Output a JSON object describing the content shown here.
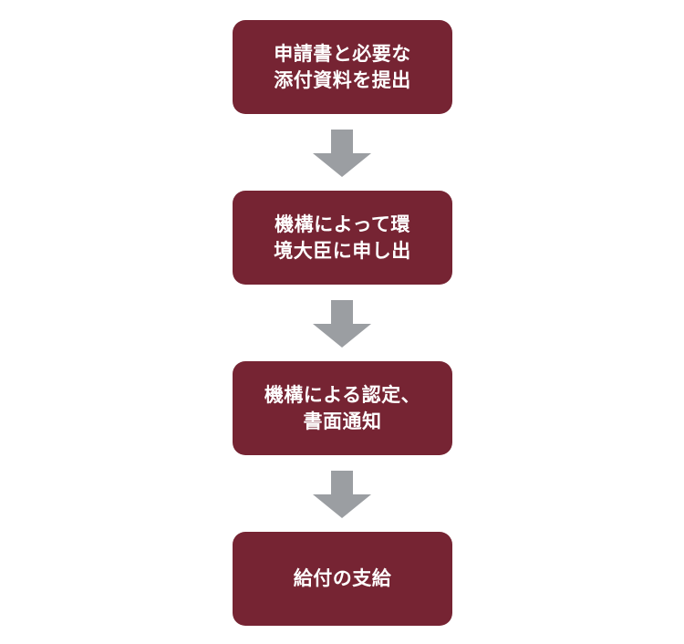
{
  "colors": {
    "box_fill": "#762433",
    "box_text": "#ffffff",
    "arrow_fill": "#9b9ea2"
  },
  "flow": {
    "steps": [
      {
        "label": "申請書と必要な\n添付資料を提出"
      },
      {
        "label": "機構によって環\n境大臣に申し出"
      },
      {
        "label": "機構による認定、\n書面通知"
      },
      {
        "label": "給付の支給"
      }
    ]
  },
  "icons": {
    "arrow": "down-arrow-icon"
  }
}
